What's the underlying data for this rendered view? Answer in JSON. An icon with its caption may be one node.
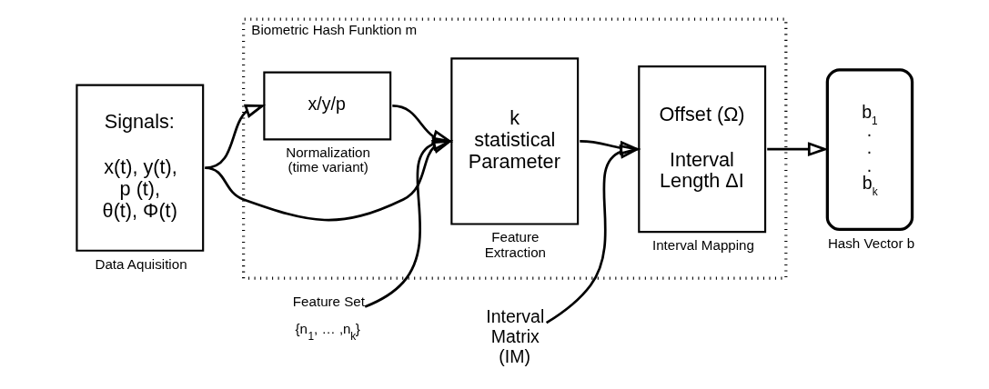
{
  "diagram": {
    "nodes": [
      {
        "text": [
          "Signals:",
          "x(t), y(t), p (t), θ(t), Φ(t)"
        ],
        "beside": [
          "Data Aquisition"
        ]
      },
      {
        "text": [
          "Biometric Hash Funktion m"
        ]
      },
      {
        "text": [
          "x/y/p"
        ],
        "in": 1,
        "beside": [
          "Normalization (time variant)"
        ]
      },
      {
        "text": [
          "k statistical Parameter"
        ],
        "in": 1,
        "beside": [
          "Feature Extraction"
        ]
      },
      {
        "text": [
          "Offset (Ω)",
          "Interval Length ΔI"
        ],
        "in": 1,
        "beside": [
          "Interval Mapping"
        ]
      },
      {
        "text": [
          "Feature Set",
          "{n$_{1}$, … ,n$_{k}$}"
        ]
      },
      {
        "text": [
          "Interval Matrix (IM)"
        ]
      },
      {
        "text": [
          "b$_{1}$ . . . b$_{k}$"
        ],
        "beside": [
          "Hash Vector b"
        ]
      }
    ],
    "edges": [
      {
        "from": 0,
        "to": 2,
        "arrow": "to"
      },
      {
        "from": 2,
        "to": 3,
        "arrow": "to"
      },
      {
        "from": 0,
        "to": 3,
        "arrow": "to"
      },
      {
        "from": 5,
        "to": 3,
        "arrow": "to"
      },
      {
        "from": 3,
        "to": 4,
        "arrow": "to"
      },
      {
        "from": 6,
        "to": 4,
        "arrow": "to"
      },
      {
        "from": 4,
        "to": 7,
        "arrow": "to"
      }
    ]
  }
}
